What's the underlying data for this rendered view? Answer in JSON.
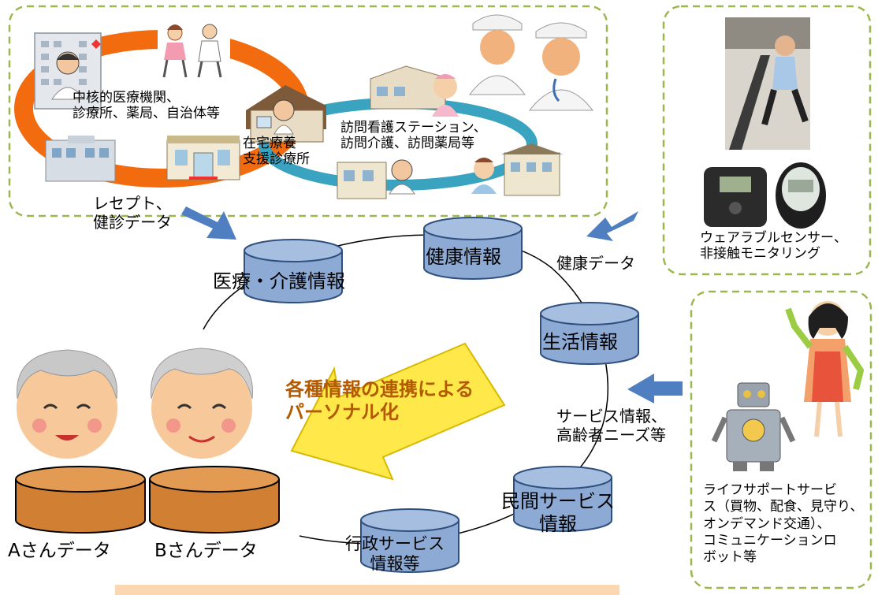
{
  "colors": {
    "dashed_border": "#9ab84f",
    "orange_ring": "#f26b0f",
    "teal_ring": "#3aa3c0",
    "db_fill": "#8caad4",
    "db_stroke": "#2f4f7f",
    "blue_arrow": "#4f7fc0",
    "yellow_arrow": "#ffe94a",
    "arrow_text": "#b35a00",
    "person_db_fill": "#d07f33",
    "bottom_band": "#fbd8b2"
  },
  "icons": [
    "hospital-icon",
    "patient-doctor-icon",
    "home-clinic-icon",
    "nursing-station-icon",
    "pharmacy-icon",
    "doctors-icon",
    "running-woman-photo",
    "scale-device-icon",
    "pedometer-icon",
    "robot-icon",
    "helper-woman-icon",
    "elderly-face-icon"
  ],
  "medical_area": {
    "core_institutions": "中核的医療機関、\n診療所、薬局、自治体等",
    "home_clinic": "在宅療養\n支援診療所",
    "visiting_services": "訪問看護ステーション、\n訪問介護、訪問薬局等"
  },
  "sensors_area": {
    "label": "ウェアラブルセンサー、\n非接触モニタリング"
  },
  "life_support_area": {
    "label": "ライフサポートサービ\nス（買物、配食、見守り、\nオンデマンド交通）、\nコミュニケーションロ\nボット等"
  },
  "flows": {
    "receipt": "レセプト、\n健診データ",
    "health_data": "健康データ",
    "service_info": "サービス情報、\n高齢者ニーズ等"
  },
  "databases": {
    "medical_care": "医療・介護情報",
    "health": "健康情報",
    "life": "生活情報",
    "private_service": "民間サービス\n情報",
    "admin_service": "行政サービス\n情報等"
  },
  "center_message": "各種情報の連携による\nパーソナル化",
  "persons": {
    "a_label": "Aさんデータ",
    "b_label": "Bさんデータ"
  }
}
